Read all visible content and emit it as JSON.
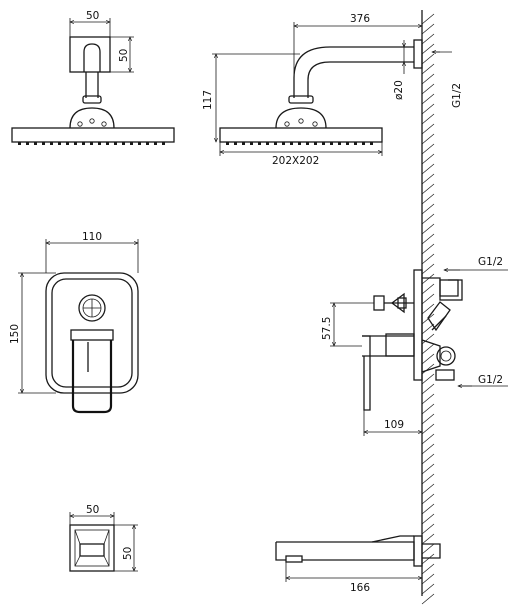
{
  "dimensions": {
    "head_arm_width": "50",
    "head_arm_height": "50",
    "arm_length": "376",
    "head_drop": "117",
    "pipe_diameter": "ø20",
    "wall_thread_top": "G1/2",
    "head_size": "202X202",
    "plate_width": "110",
    "plate_height": "150",
    "handle_offset": "57.5",
    "valve_thread_top": "G1/2",
    "valve_thread_bottom": "G1/2",
    "handle_projection": "109",
    "spout_plate_width": "50",
    "spout_plate_height": "50",
    "spout_length": "166"
  }
}
